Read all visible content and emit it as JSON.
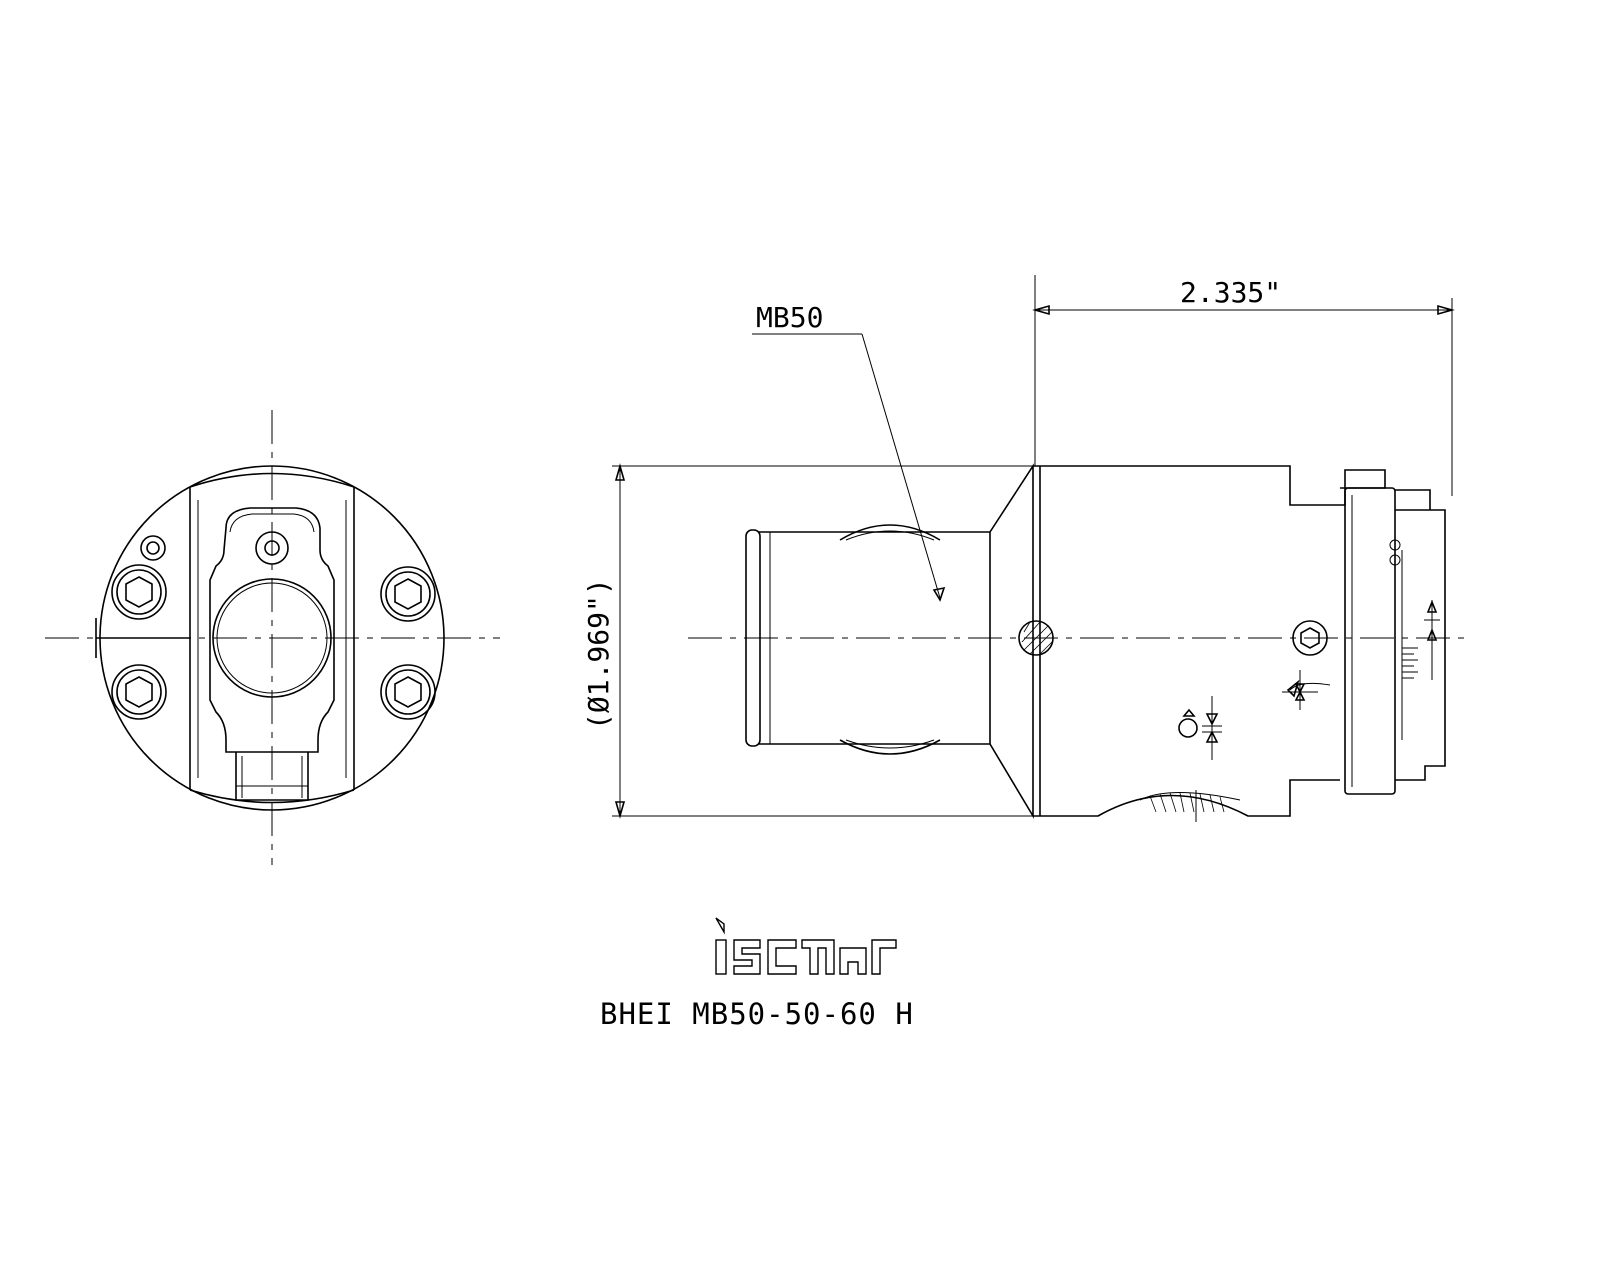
{
  "drawing": {
    "length_dimension": "2.335\"",
    "diameter_dimension": "(Ø1.969\")",
    "callout_label": "MB50",
    "part_number": "BHEI MB50-50-60 H",
    "logo_text": "iscar"
  }
}
